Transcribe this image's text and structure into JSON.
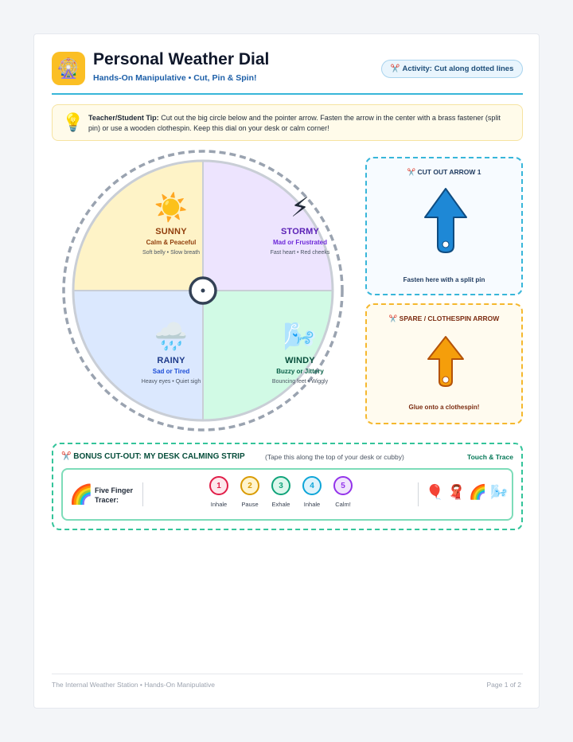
{
  "header": {
    "logo": "🎡",
    "title": "Personal Weather Dial",
    "subtitle": "Hands-On Manipulative • Cut, Pin & Spin!",
    "badge_icon": "✂️",
    "badge": "Activity: Cut along dotted lines"
  },
  "tip": {
    "icon": "💡",
    "label": "Teacher/Student Tip:",
    "text": " Cut out the big circle below and the pointer arrow. Fasten the arrow in the center with a brass fastener (split pin) or use a wooden clothespin. Keep this dial on your desk or calm corner!"
  },
  "dial": {
    "quadrants": [
      {
        "icon": "☀️",
        "name": "SUNNY",
        "feeling": "Calm & Peaceful",
        "detail": "Soft belly • Slow breath",
        "fill": "#fef3c7",
        "name_color": "#92400e",
        "feeling_color": "#92400e"
      },
      {
        "icon": "⚡",
        "name": "STORMY",
        "feeling": "Mad or Frustrated",
        "detail": "Fast heart • Red cheeks",
        "fill": "#ede4fe",
        "name_color": "#5b21b6",
        "feeling_color": "#6d28d9"
      },
      {
        "icon": "🌧️",
        "name": "RAINY",
        "feeling": "Sad or Tired",
        "detail": "Heavy eyes • Quiet sigh",
        "fill": "#dbe8fe",
        "name_color": "#1e3a8a",
        "feeling_color": "#1d4ed8"
      },
      {
        "icon": "🌬️",
        "name": "WINDY",
        "feeling": "Buzzy or Jittery",
        "detail": "Bouncing feet • Wiggly",
        "fill": "#d1fae5",
        "name_color": "#064e3b",
        "feeling_color": "#065f46"
      }
    ]
  },
  "arrow_main": {
    "title_icon": "✂️",
    "title": "CUT OUT ARROW 1",
    "caption": "Fasten here with a split pin",
    "color": "#1e88d6"
  },
  "arrow_spare": {
    "title_icon": "✂️",
    "title": "SPARE / CLOTHESPIN ARROW",
    "caption": "Glue onto a clothespin!",
    "color": "#f59e0b"
  },
  "bonus": {
    "title_icon": "✂️",
    "title": "BONUS CUT-OUT: MY DESK CALMING STRIP",
    "note": "(Tape this along the top of your desk or cubby)",
    "trace": "Touch & Trace",
    "rainbow": "🌈",
    "label": "Five Finger Tracer:",
    "steps": [
      {
        "num": "1",
        "label": "Inhale",
        "color": "#e11d48",
        "bg": "#fde7ec"
      },
      {
        "num": "2",
        "label": "Pause",
        "color": "#d99a00",
        "bg": "#fff4cc"
      },
      {
        "num": "3",
        "label": "Exhale",
        "color": "#10a37a",
        "bg": "#dcf7ec"
      },
      {
        "num": "4",
        "label": "Inhale",
        "color": "#0ea5d8",
        "bg": "#dff3fb"
      },
      {
        "num": "5",
        "label": "Calm!",
        "color": "#9333ea",
        "bg": "#f1e4fd"
      }
    ],
    "emojis": [
      "🎈",
      "🧣",
      "🌈",
      "🌬️"
    ]
  },
  "footer": {
    "left": "The Internal Weather Station • Hands-On Manipulative",
    "right": "Page 1 of 2"
  }
}
